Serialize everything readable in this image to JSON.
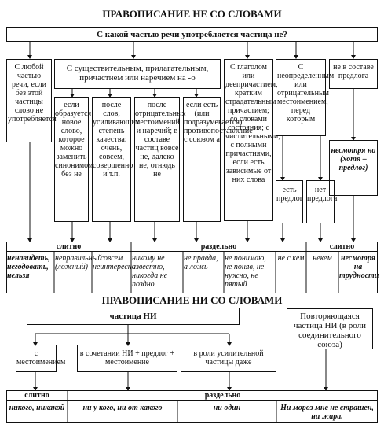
{
  "ne": {
    "title": "ПРАВОПИСАНИЕ НЕ СО СЛОВАМИ",
    "question": "С какой частью речи употребляется частица не?",
    "any_part": "С любой частью речи, если без этой частицы слово не употребляется",
    "noun_adj_group": "С существительным, прилагательным, причастием или наречием на -о",
    "verb_group": "С глаголом или деепричастием, кратким страдательным причастием; со словами состояния; с числительными; с полными причастиями, если есть зависимые от них слова",
    "pronoun_group": "С неопределенным или отрицательным местоимением, перед которым",
    "preposition_group": "не в составе предлога",
    "despite": "несмотря на (хотя – предлог)",
    "sub1": "если образуется новое слово, которое можно заменить синонимом без не",
    "sub2": "после слов, усиливающих степень качества: очень, совсем, совершенно и т.п.",
    "sub3": "после отрицательных местоимений и наречий; в составе частиц вовсе не, далеко не, отнюдь не",
    "sub4": "если есть (или подразумевается) противопоставление с союзом а",
    "has_prep": "есть предлог",
    "no_prep": "нет предлога",
    "labels": {
      "together": "слитно",
      "separate": "раздельно",
      "together2": "слитно"
    },
    "examples": [
      "ненавидеть, негодовать, нельзя",
      "неправильный (ложный)",
      "совсем неинтересно",
      "никому не известно, никогда не поздно",
      "не правда, а ложь",
      "не понимаю, не поняв, не нужно, не пятый",
      "не с кем",
      "некем",
      "несмотря на трудности"
    ]
  },
  "ni": {
    "title": "ПРАВОПИСАНИЕ НИ СО СЛОВАМИ",
    "particle": "частица НИ",
    "repeat": "Повторяющаяся частица НИ (в роли соединительного союза)",
    "with_pronoun": "с местоимением",
    "combo": "в сочетании НИ + предлог + местоимение",
    "intensifier": "в роли усилительной частицы даже",
    "labels": {
      "together": "слитно",
      "separate": "раздельно"
    },
    "examples": [
      "никого, никакой",
      "ни у кого, ни от какого",
      "ни один",
      "Ни мороз мне не страшен, ни жара."
    ]
  }
}
